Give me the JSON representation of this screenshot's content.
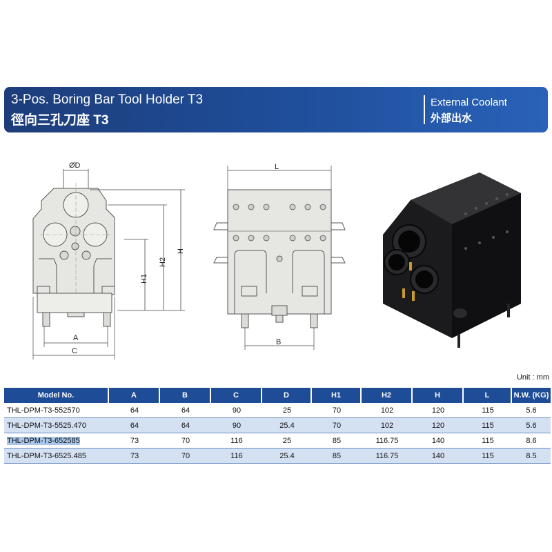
{
  "header": {
    "title_en": "3-Pos. Boring Bar Tool Holder T3",
    "title_zh": "徑向三孔刀座 T3",
    "coolant_en": "External Coolant",
    "coolant_zh": "外部出水"
  },
  "dimensions": {
    "d": "ØD",
    "h1": "H1",
    "h2": "H2",
    "h": "H",
    "a": "A",
    "c": "C",
    "l": "L",
    "b": "B"
  },
  "unit": "Unit : mm",
  "table": {
    "headers": [
      "Model No.",
      "A",
      "B",
      "C",
      "D",
      "H1",
      "H2",
      "H",
      "L",
      "N.W. (KG)"
    ],
    "rows": [
      [
        "THL-DPM-T3-552570",
        "64",
        "64",
        "90",
        "25",
        "70",
        "102",
        "120",
        "115",
        "5.6"
      ],
      [
        "THL-DPM-T3-5525.470",
        "64",
        "64",
        "90",
        "25.4",
        "70",
        "102",
        "120",
        "115",
        "5.6"
      ],
      [
        "THL-DPM-T3-652585",
        "73",
        "70",
        "116",
        "25",
        "85",
        "116.75",
        "140",
        "115",
        "8.6"
      ],
      [
        "THL-DPM-T3-6525.485",
        "73",
        "70",
        "116",
        "25.4",
        "85",
        "116.75",
        "140",
        "115",
        "8.5"
      ]
    ]
  },
  "colors": {
    "banner": "#1f4f9c",
    "table_header": "#1f4c96",
    "row_alt": "#d4e1f3",
    "row_selected_highlight": "#a9c6ea"
  }
}
